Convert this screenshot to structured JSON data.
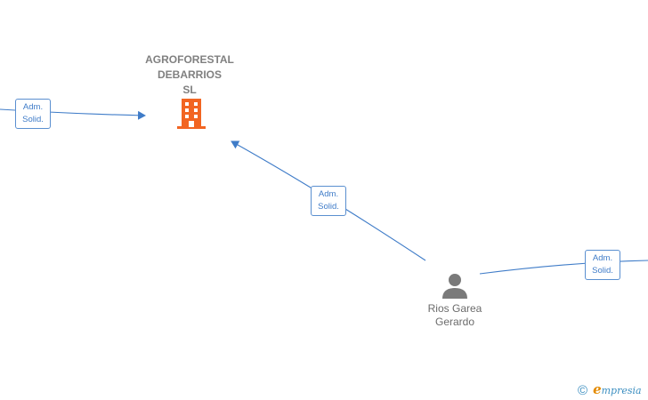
{
  "company": {
    "name_lines": [
      "AGROFORESTAL",
      "DEBARRIOS",
      "SL"
    ],
    "icon": "building-icon",
    "color": "#f26522"
  },
  "person": {
    "name_lines": [
      "Rios Garea",
      "Gerardo"
    ],
    "icon": "person-icon",
    "color": "#7a7a7a"
  },
  "edges": [
    {
      "role_lines": [
        "Adm.",
        "Solid."
      ]
    },
    {
      "role_lines": [
        "Adm.",
        "Solid."
      ]
    },
    {
      "role_lines": [
        "Adm.",
        "Solid."
      ]
    }
  ],
  "edge_color": "#3f7cc8",
  "brand": {
    "copyright": "©",
    "logo_initial": "e",
    "logo_rest": "mpresia"
  }
}
